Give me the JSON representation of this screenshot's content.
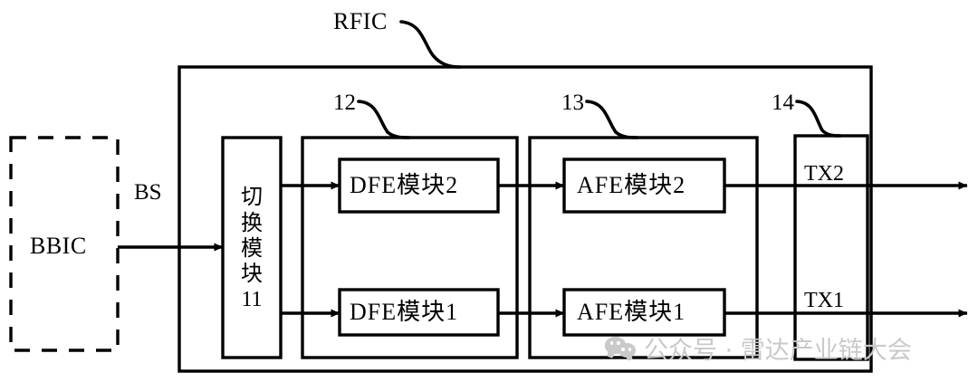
{
  "figure": {
    "title": "RFIC transmit chain block diagram",
    "stroke_color": "#000000",
    "background_color": "#ffffff",
    "watermark_color": "#c9c9c9"
  },
  "labels": {
    "rfic": "RFIC",
    "bbic": "BBIC",
    "bs": "BS",
    "tx2": "TX2",
    "tx1": "TX1"
  },
  "callouts": {
    "switch_module": "11",
    "dfe_group": "12",
    "afe_group": "13",
    "tx_group": "14"
  },
  "switch_module": {
    "chars": [
      "切",
      "换",
      "模",
      "块",
      "11"
    ]
  },
  "modules": {
    "dfe": [
      {
        "label": "DFE模块2"
      },
      {
        "label": "DFE模块1"
      }
    ],
    "afe": [
      {
        "label": "AFE模块2"
      },
      {
        "label": "AFE模块1"
      }
    ]
  },
  "watermark": {
    "icon": "wechat-icon",
    "text": "公众号 · 雷达产业链大会"
  }
}
